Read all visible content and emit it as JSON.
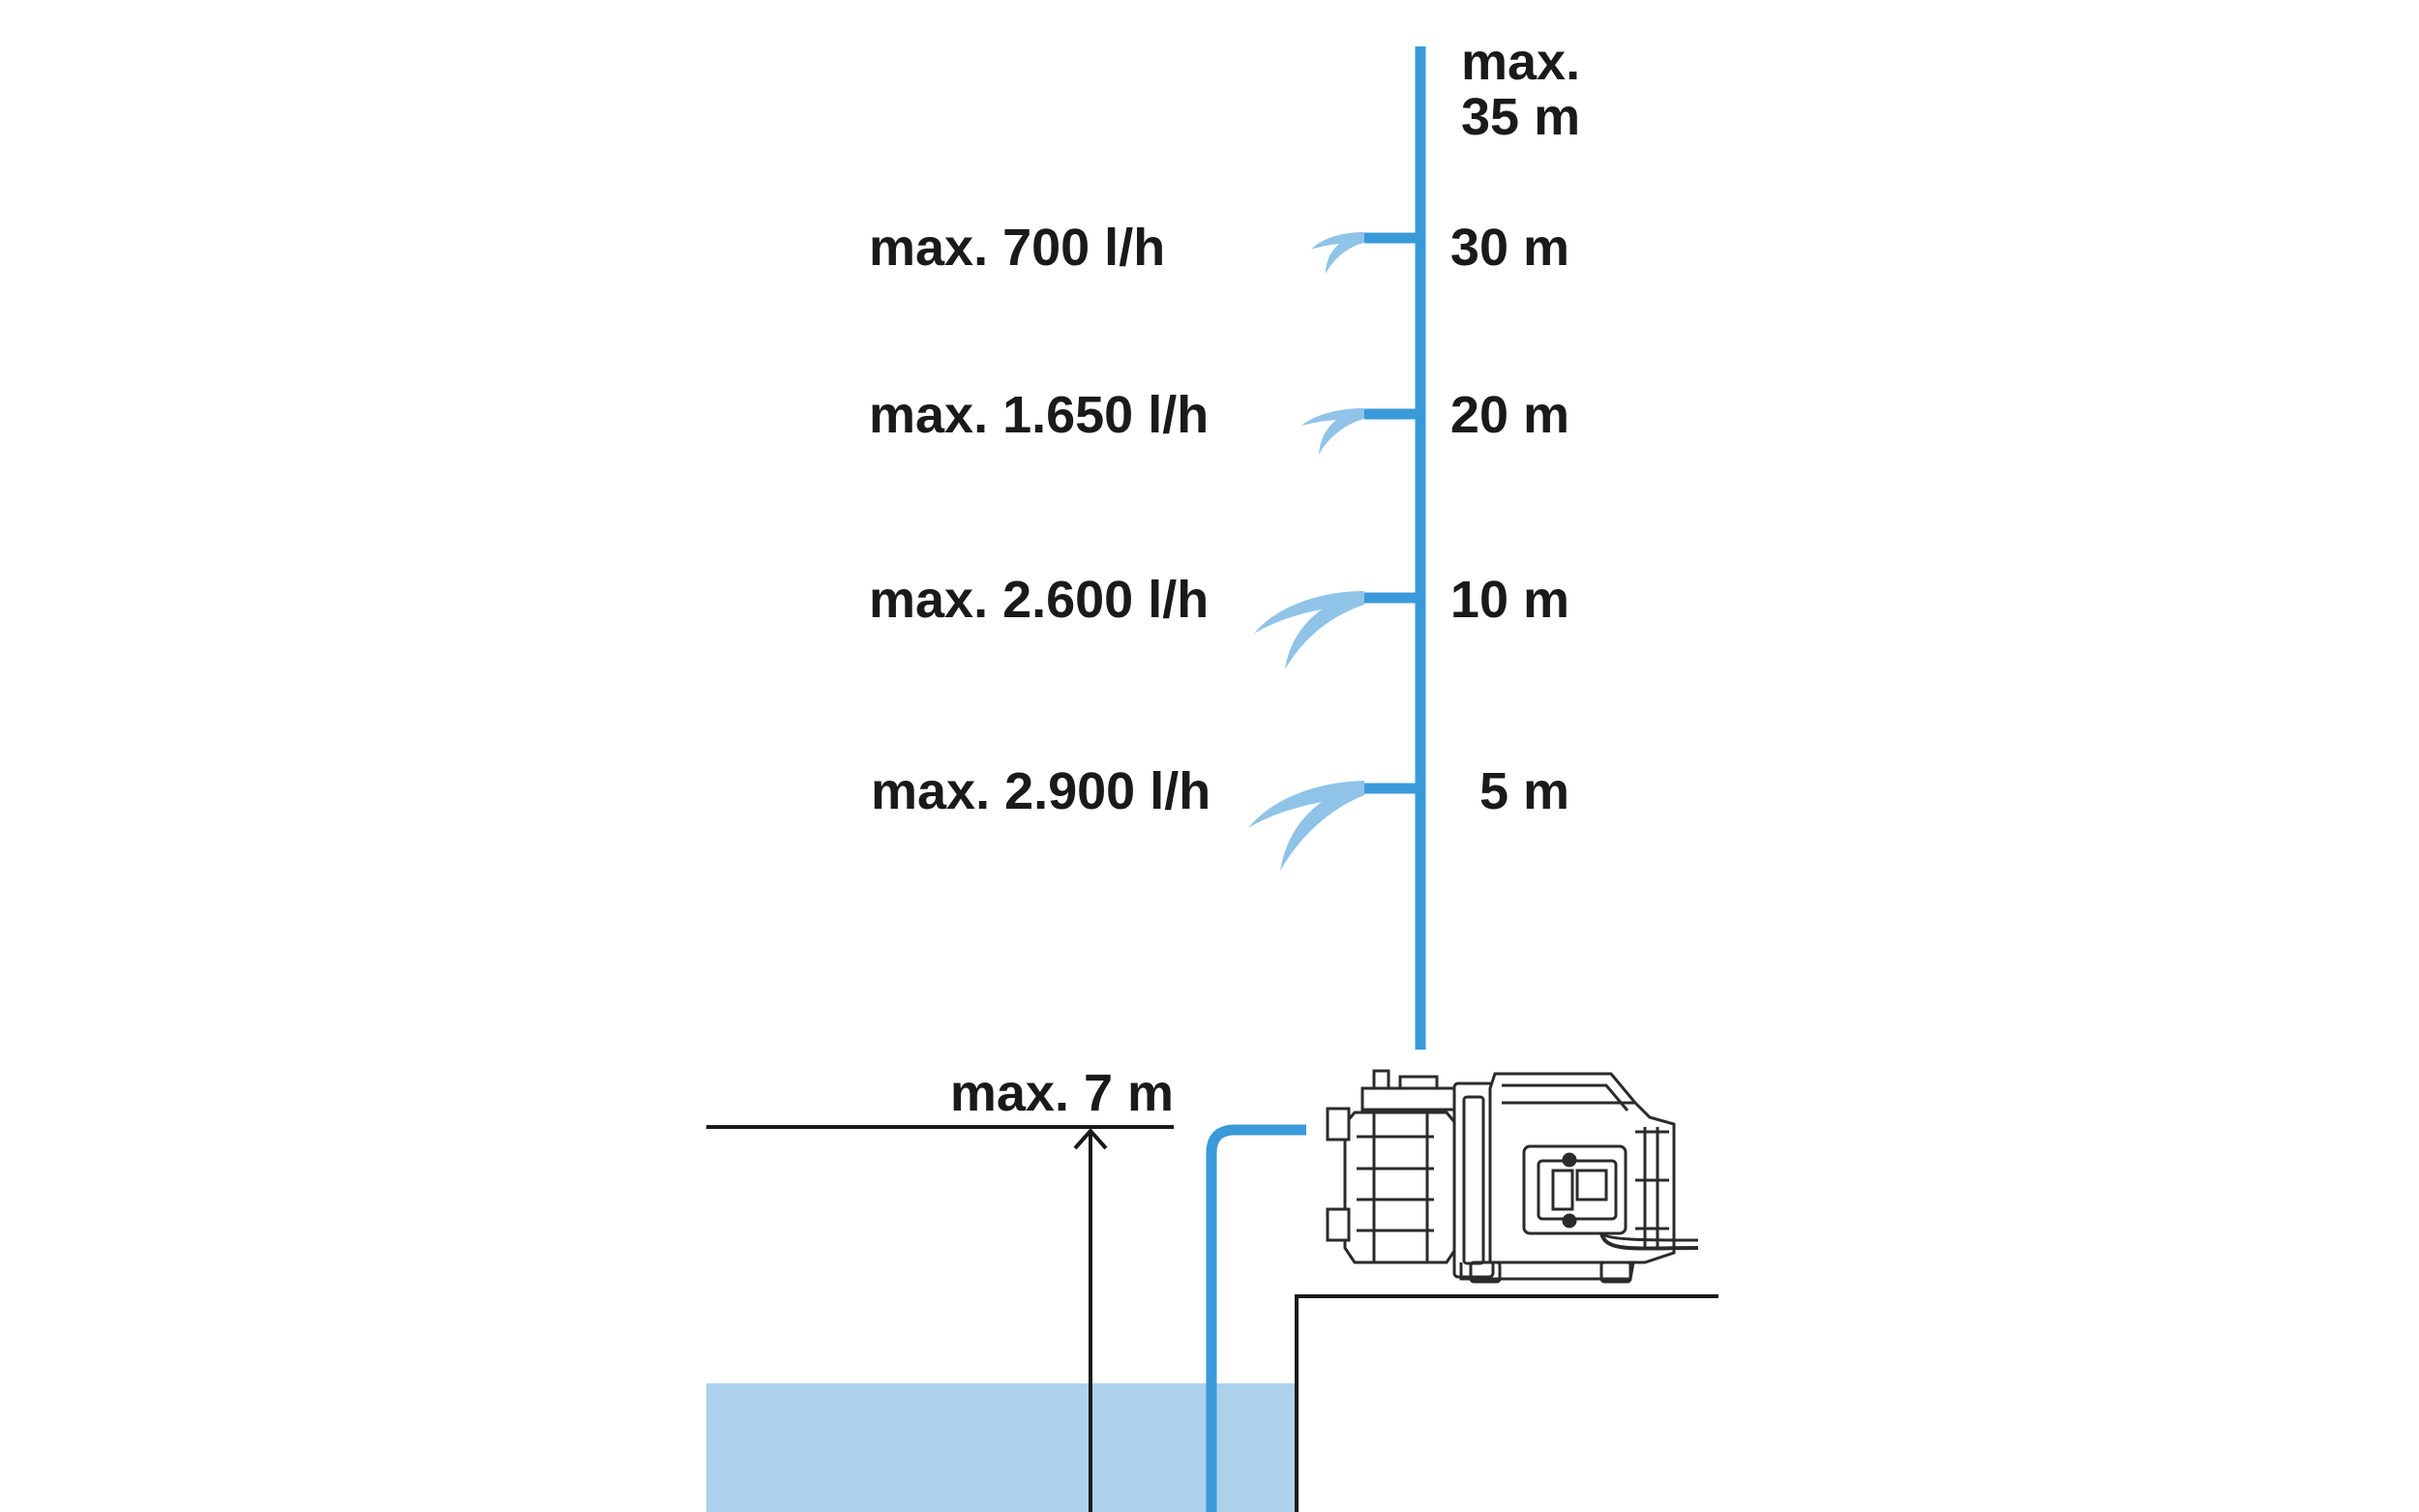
{
  "colors": {
    "pipe": "#3a9ad9",
    "spray": "#8fc3e8",
    "water": "#aed1ec",
    "line": "#1a1a1a",
    "pump_body": "#2b2b2b",
    "background": "#ffffff"
  },
  "delivery_head": {
    "max_label_line1": "max.",
    "max_label_line2": "35 m",
    "levels": [
      {
        "height_label": "30 m",
        "flow_label": "max. 700 l/h"
      },
      {
        "height_label": "20 m",
        "flow_label": "max. 1.650 l/h"
      },
      {
        "height_label": "10 m",
        "flow_label": "max. 2.600 l/h"
      },
      {
        "height_label": "5 m",
        "flow_label": "max. 2.900 l/h"
      }
    ]
  },
  "suction_head": {
    "label": "max. 7 m"
  },
  "icons": {
    "pump": "garden-pump-icon",
    "arrow": "arrow-up-icon"
  }
}
